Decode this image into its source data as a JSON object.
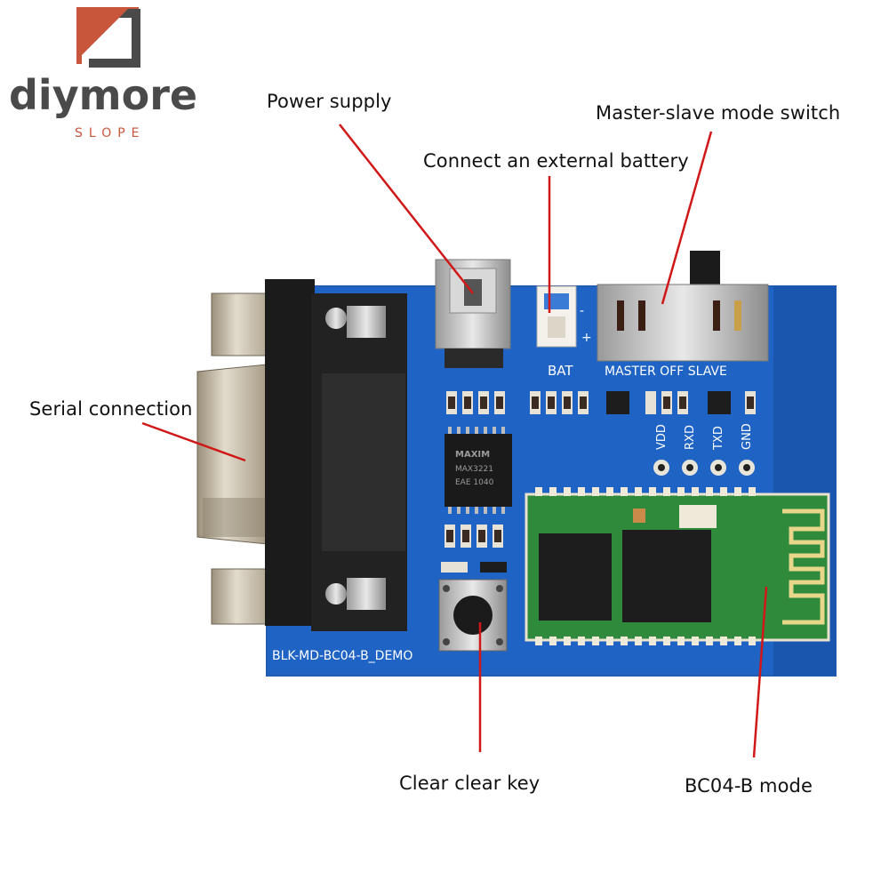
{
  "brand": {
    "name": "diymore",
    "subtitle": "SLOPE",
    "name_color": "#4a4a4a",
    "accent_color": "#c8563a",
    "sub_color": "#c8563a"
  },
  "callouts": {
    "power_supply": "Power supply",
    "master_slave": "Master-slave mode switch",
    "external_battery": "Connect an external battery",
    "serial_connection": "Serial connection",
    "clear_key": "Clear clear key",
    "bc04_mode": "BC04-B mode"
  },
  "board": {
    "silk_bat": "BAT",
    "silk_switch": "MASTER  OFF  SLAVE",
    "silk_demo": "BLK-MD-BC04-B_DEMO",
    "pin_vdd": "VDD",
    "pin_rxd": "RXD",
    "pin_txd": "TXD",
    "pin_gnd": "GND",
    "chip_brand": "MAXIM",
    "chip_model": "MAX3221",
    "chip_code": "EAE 1040",
    "board_color": "#1f63c4",
    "module_color": "#2f8a3c",
    "leader_color": "#d01818"
  }
}
